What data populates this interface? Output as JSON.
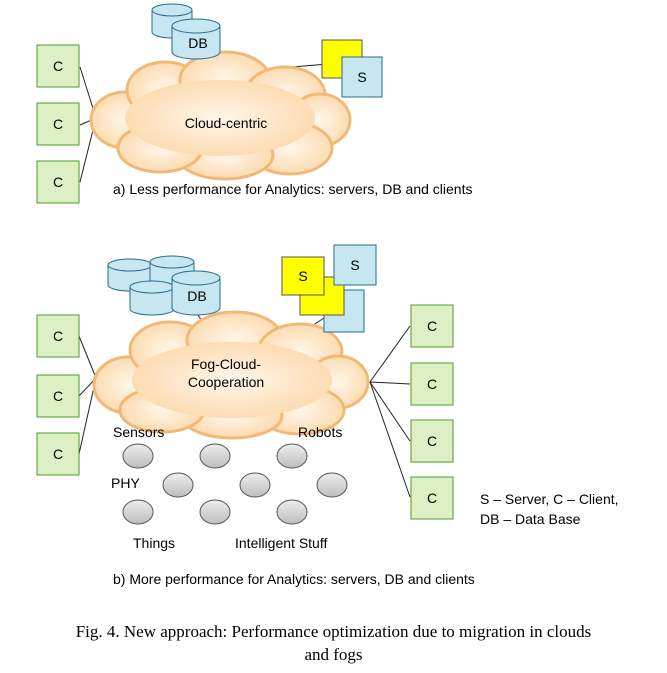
{
  "panel_a": {
    "cloud_label": "Cloud-centric",
    "db_label": "DB",
    "server_label": "S",
    "client_labels": [
      "C",
      "C",
      "C"
    ],
    "caption": "a) Less performance for Analytics: servers, DB and clients"
  },
  "panel_b": {
    "cloud_label_line1": "Fog-Cloud-",
    "cloud_label_line2": "Cooperation",
    "db_label": "DB",
    "server_labels": [
      "S",
      "S"
    ],
    "left_client_labels": [
      "C",
      "C",
      "C"
    ],
    "right_client_labels": [
      "C",
      "C",
      "C",
      "C"
    ],
    "things_labels": {
      "sensors": "Sensors",
      "robots": "Robots",
      "phy": "PHY",
      "things": "Things",
      "intelligent_stuff": "Intelligent Stuff"
    },
    "legend_line1": "S – Server, C – Client,",
    "legend_line2": "DB – Data Base",
    "caption": "b) More performance for Analytics: servers, DB and clients"
  },
  "figure_caption_line1": "Fig. 4.  New approach: Performance optimization due to migration in clouds",
  "figure_caption_line2": "and fogs",
  "colors": {
    "cloud_fill": "#fde0b8",
    "cloud_stroke": "#f1b877",
    "db_fill": "#c6e6f2",
    "client_fill": "#dcf0c4",
    "server_fill": "#c6e6f2",
    "server_highlight": "#ffff00",
    "thing_fill": "#d9d9d9"
  }
}
